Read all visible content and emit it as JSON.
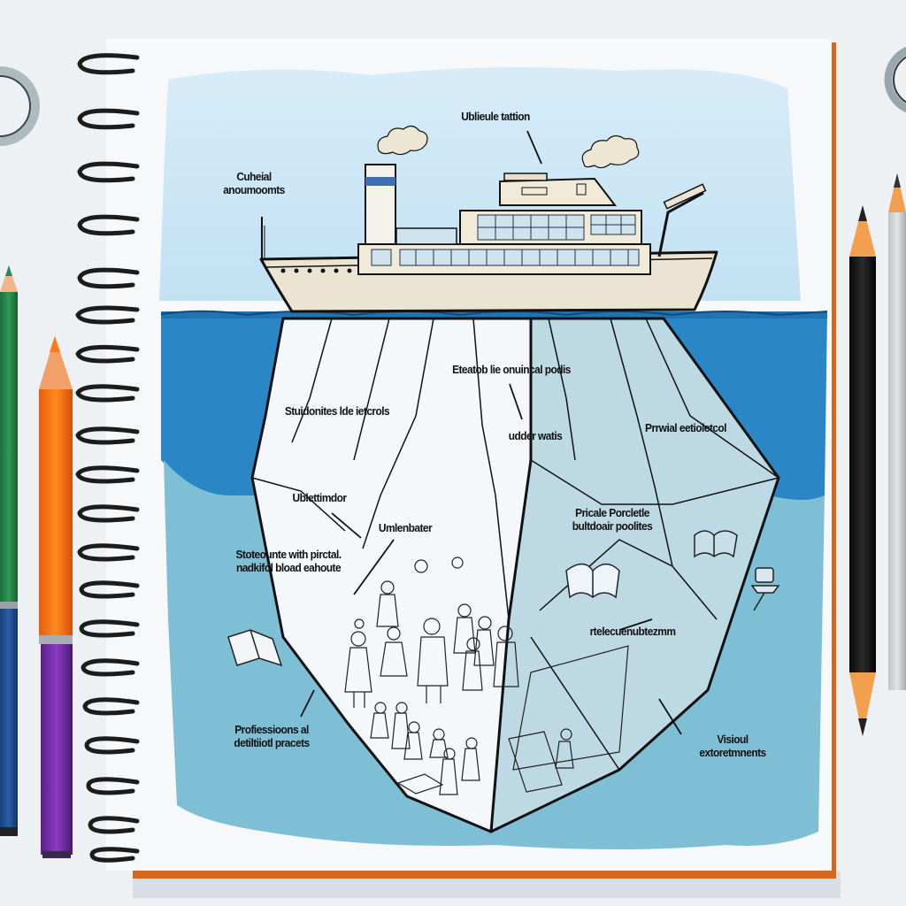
{
  "scene": {
    "description": "Hand-drawn iceberg diagram on a spiral notebook page with a ship above the waterline",
    "colors": {
      "desk_background": "#eef1f3",
      "page": "#f7f8fa",
      "sky_wash": "#cde6f5",
      "deep_water": "#2b86c5",
      "lower_water": "#7fbfd6",
      "ice_light": "#f4f8fb",
      "ice_shaded": "#bcd9e4",
      "ship_hull": "#ece4d2",
      "funnel_stripe": "#3a6fb5",
      "notebook_edge": "#d5681f",
      "spiral": "#1c1c1c"
    }
  },
  "labels": {
    "top": "Ublieule tattion",
    "ship_left_line1": "Cuheial",
    "ship_left_line2": "anoumoomts",
    "center_upper": "Eteatob lie onuincal podis",
    "left_upper": "Stuidonites lde ietcrols",
    "center_mid": "udder watis",
    "right_upper": "Prrwial eetioletcol",
    "left_mid": "Ublettimdor",
    "center_lower": "Umlenbater",
    "left_lower_line1": "Stoteounte with pirctal.",
    "left_lower_line2": "nadkifol bload eahoute",
    "right_mid_line1": "Pricale Porcletle",
    "right_mid_line2": "bultdoair poolites",
    "right_lower": "rtelecuenubtezmm",
    "bottom_left_line1": "Profiessioons al",
    "bottom_left_line2": "detiltiiotl pracets",
    "bottom_right_line1": "Visioul",
    "bottom_right_line2": "extoretmnents"
  },
  "props": {
    "pencils_left": [
      "green",
      "orange",
      "purple-capped",
      "blue"
    ],
    "pencils_right": [
      "black",
      "grey"
    ],
    "ring_objects": [
      "magnifier-ring-left",
      "ring-right"
    ]
  }
}
